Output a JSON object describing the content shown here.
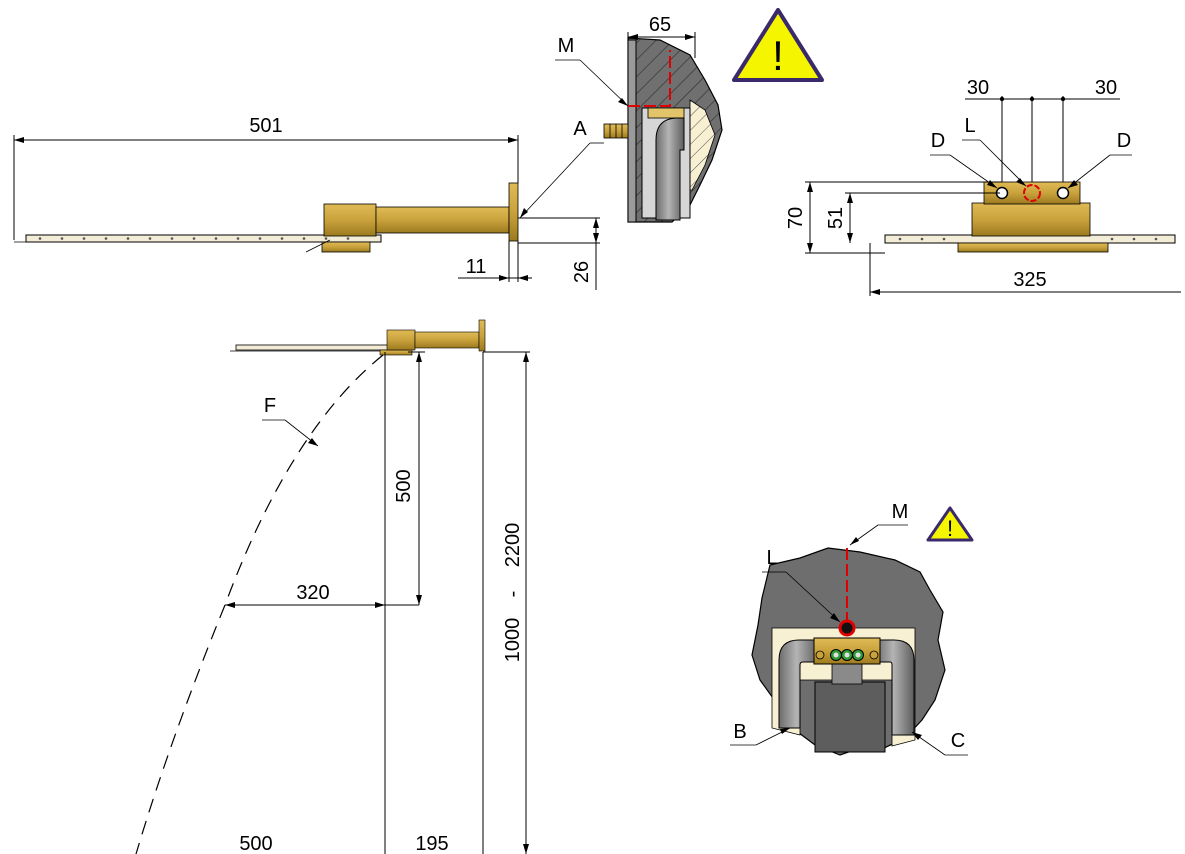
{
  "colors": {
    "brass": "#c9a23c",
    "brass_dark": "#9c7a1f",
    "wall": "#6e6e6e",
    "pipe": "#8a8a8a",
    "insulation": "#f7f0d2",
    "warning_fill": "#f5f500",
    "warning_border": "#3b2a6b",
    "red_mark": "#e00000",
    "green_port": "#2f9a3a"
  },
  "side_view": {
    "dim_length": "501",
    "dim_offset": "11",
    "dim_height": "26",
    "label_a": "A"
  },
  "section_view": {
    "dim_depth": "65",
    "label_m": "M"
  },
  "front_view": {
    "dim_left": "30",
    "dim_right": "30",
    "label_l": "L",
    "label_d_left": "D",
    "label_d_right": "D",
    "dim_total_height": "70",
    "dim_hole_height": "51",
    "dim_width": "325"
  },
  "install_view": {
    "label_f": "F",
    "dim_drop": "500",
    "dim_reach": "320",
    "dim_height_range_a": "1000",
    "dim_height_range_sep": "-",
    "dim_height_range_b": "2200",
    "dim_bottom_left": "500",
    "dim_bottom_right": "195"
  },
  "wall_detail": {
    "label_m": "M",
    "label_l": "L",
    "label_b": "B",
    "label_c": "C"
  },
  "warnings": {
    "mark": "!"
  }
}
